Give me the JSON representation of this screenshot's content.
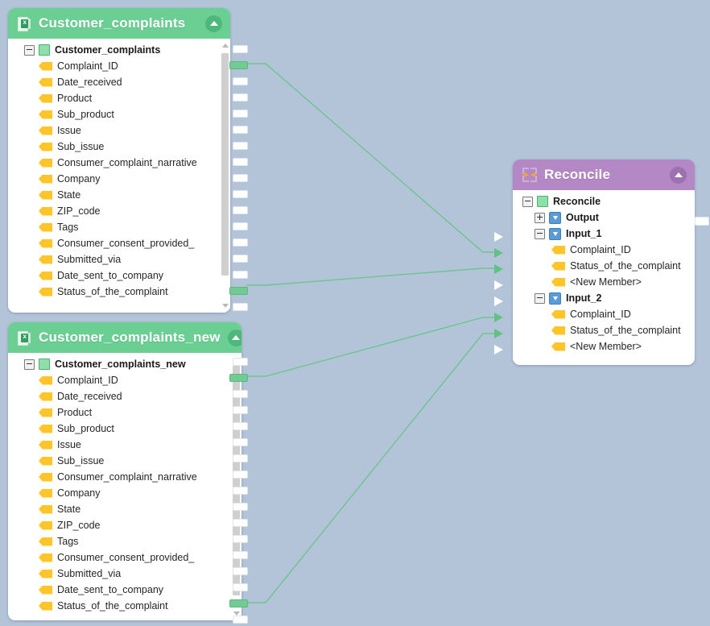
{
  "canvas": {
    "background": "#b3c4d8",
    "connector_color": "#6cc58d"
  },
  "nodes": [
    {
      "id": "customer_complaints",
      "title": "Customer_complaints",
      "header_color": "#6bcf93",
      "header_icon": "excel-file-icon",
      "collapse_icon": "chevron-up-icon",
      "root_label": "Customer_complaints",
      "fields": [
        "Complaint_ID",
        "Date_received",
        "Product",
        "Sub_product",
        "Issue",
        "Sub_issue",
        "Consumer_complaint_narrative",
        "Company",
        "State",
        "ZIP_code",
        "Tags",
        "Consumer_consent_provided_",
        "Submitted_via",
        "Date_sent_to_company",
        "Status_of_the_complaint"
      ],
      "connected_fields": [
        "Complaint_ID",
        "Status_of_the_complaint"
      ]
    },
    {
      "id": "customer_complaints_new",
      "title": "Customer_complaints_new",
      "header_color": "#6bcf93",
      "header_icon": "excel-file-icon",
      "collapse_icon": "chevron-up-icon",
      "root_label": "Customer_complaints_new",
      "fields": [
        "Complaint_ID",
        "Date_received",
        "Product",
        "Sub_product",
        "Issue",
        "Sub_issue",
        "Consumer_complaint_narrative",
        "Company",
        "State",
        "ZIP_code",
        "Tags",
        "Consumer_consent_provided_",
        "Submitted_via",
        "Date_sent_to_company",
        "Status_of_the_complaint"
      ],
      "connected_fields": [
        "Complaint_ID",
        "Status_of_the_complaint"
      ]
    },
    {
      "id": "reconcile",
      "title": "Reconcile",
      "header_color": "#b488c4",
      "header_icon": "reconcile-icon",
      "collapse_icon": "chevron-up-icon",
      "root_label": "Reconcile",
      "groups": [
        {
          "label": "Output",
          "expanded": false,
          "members": []
        },
        {
          "label": "Input_1",
          "expanded": true,
          "members": [
            "Complaint_ID",
            "Status_of_the_complaint",
            "<New Member>"
          ]
        },
        {
          "label": "Input_2",
          "expanded": true,
          "members": [
            "Complaint_ID",
            "Status_of_the_complaint",
            "<New Member>"
          ]
        }
      ]
    }
  ]
}
